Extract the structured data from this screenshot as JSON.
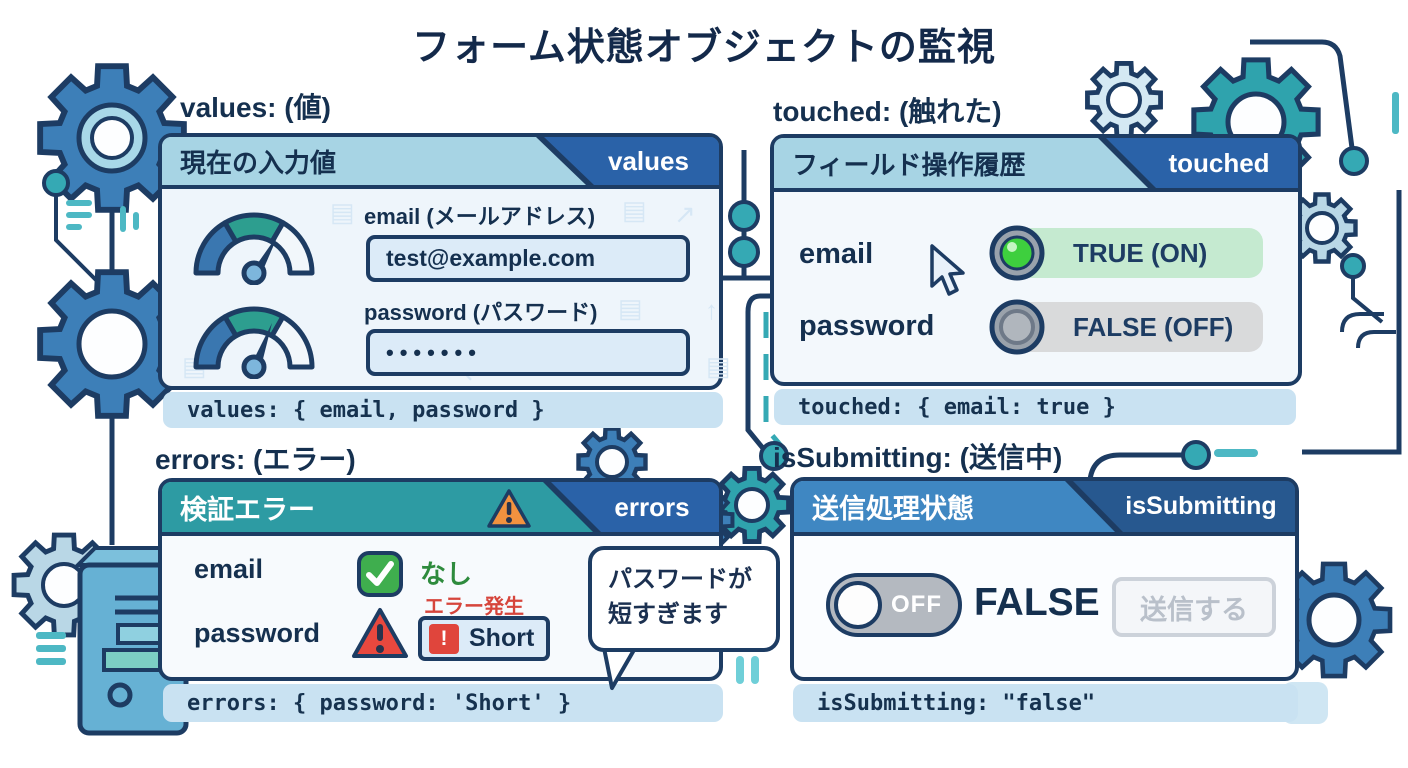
{
  "title": "フォーム状態オブジェクトの監視",
  "icons": {
    "document": "▤",
    "arrow_up": "↑",
    "arrow_ne": "↗",
    "swap": "⇄"
  },
  "values_panel": {
    "label": "values: (値)",
    "header": "現在の入力値",
    "tab": "values",
    "email_label": "email (メールアドレス)",
    "email_value": "test@example.com",
    "password_label": "password (パスワード)",
    "password_value": "•••••••",
    "footer": "values: { email, password }"
  },
  "touched_panel": {
    "label": "touched: (触れた)",
    "header": "フィールド操作履歴",
    "tab": "touched",
    "email_field": "email",
    "email_state": "TRUE (ON)",
    "password_field": "password",
    "password_state": "FALSE (OFF)",
    "footer": "touched: { email: true }"
  },
  "errors_panel": {
    "label": "errors: (エラー)",
    "header": "検証エラー",
    "tab": "errors",
    "email_field": "email",
    "email_status": "なし",
    "error_label": "エラー発生",
    "error_mark": "!",
    "password_field": "password",
    "error_value": "Short",
    "bubble_line1": "パスワードが",
    "bubble_line2": "短すぎます",
    "footer": "errors: { password: 'Short' }"
  },
  "issubmitting_panel": {
    "label": "isSubmitting: (送信中)",
    "header": "送信処理状態",
    "tab": "isSubmitting",
    "toggle_label": "OFF",
    "value": "FALSE",
    "submit_button": "送信する",
    "footer": "isSubmitting: \"false\""
  },
  "colors": {
    "navy_outline": "#1d3c63",
    "title_text": "#13294a",
    "tab_blue": "#2a62a8",
    "tab_blue_dark": "#27588f",
    "header_light_blue": "#a7d4e4",
    "header_teal": "#2d9ba3",
    "header_blue": "#3f87c2",
    "code_bar": "#c9e2f2",
    "input_fill": "#dcebf8",
    "led_on_green": "#3ecf3e",
    "pill_on_green": "#c5ead0",
    "pill_off_gray": "#d9dadb",
    "error_red": "#e0453c",
    "success_green": "#2e8b3d",
    "warning_orange": "#f2923f",
    "gear_blue": "#3d7fb8",
    "gear_teal": "#2fa3ad",
    "gear_light": "#b9d7e6",
    "circuit_teal": "#35a9b4"
  }
}
